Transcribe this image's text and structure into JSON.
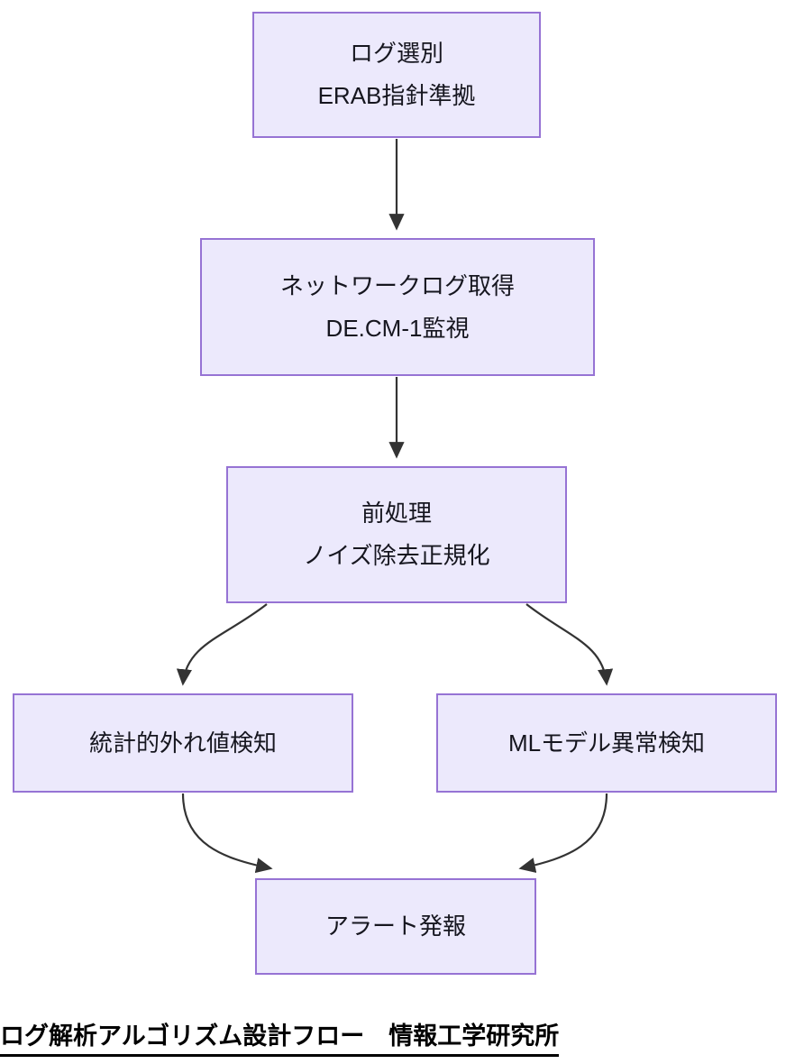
{
  "diagram": {
    "type": "flowchart",
    "orientation": "top-down",
    "caption": "ログ解析アルゴリズム設計フロー　情報工学研究所",
    "colors": {
      "node_fill": "#ece9fc",
      "node_border": "#9673d4",
      "node_text": "#16161f",
      "edge": "#333333",
      "caption_text": "#000000",
      "background": "#ffffff"
    },
    "nodes": [
      {
        "id": "log-select",
        "lines": [
          "ログ選別",
          "ERAB指針準拠"
        ]
      },
      {
        "id": "net-log",
        "lines": [
          "ネットワークログ取得",
          "DE.CM-1監視"
        ]
      },
      {
        "id": "preprocess",
        "lines": [
          "前処理",
          "ノイズ除去正規化"
        ]
      },
      {
        "id": "stat-outlier",
        "lines": [
          "統計的外れ値検知"
        ]
      },
      {
        "id": "ml-anomaly",
        "lines": [
          "MLモデル異常検知"
        ]
      },
      {
        "id": "alert",
        "lines": [
          "アラート発報"
        ]
      }
    ],
    "edges": [
      {
        "from": "log-select",
        "to": "net-log",
        "style": "straight-arrow"
      },
      {
        "from": "net-log",
        "to": "preprocess",
        "style": "straight-arrow"
      },
      {
        "from": "preprocess",
        "to": "stat-outlier",
        "style": "curved-arrow"
      },
      {
        "from": "preprocess",
        "to": "ml-anomaly",
        "style": "curved-arrow"
      },
      {
        "from": "stat-outlier",
        "to": "alert",
        "style": "curved-arrow"
      },
      {
        "from": "ml-anomaly",
        "to": "alert",
        "style": "curved-arrow"
      }
    ]
  }
}
